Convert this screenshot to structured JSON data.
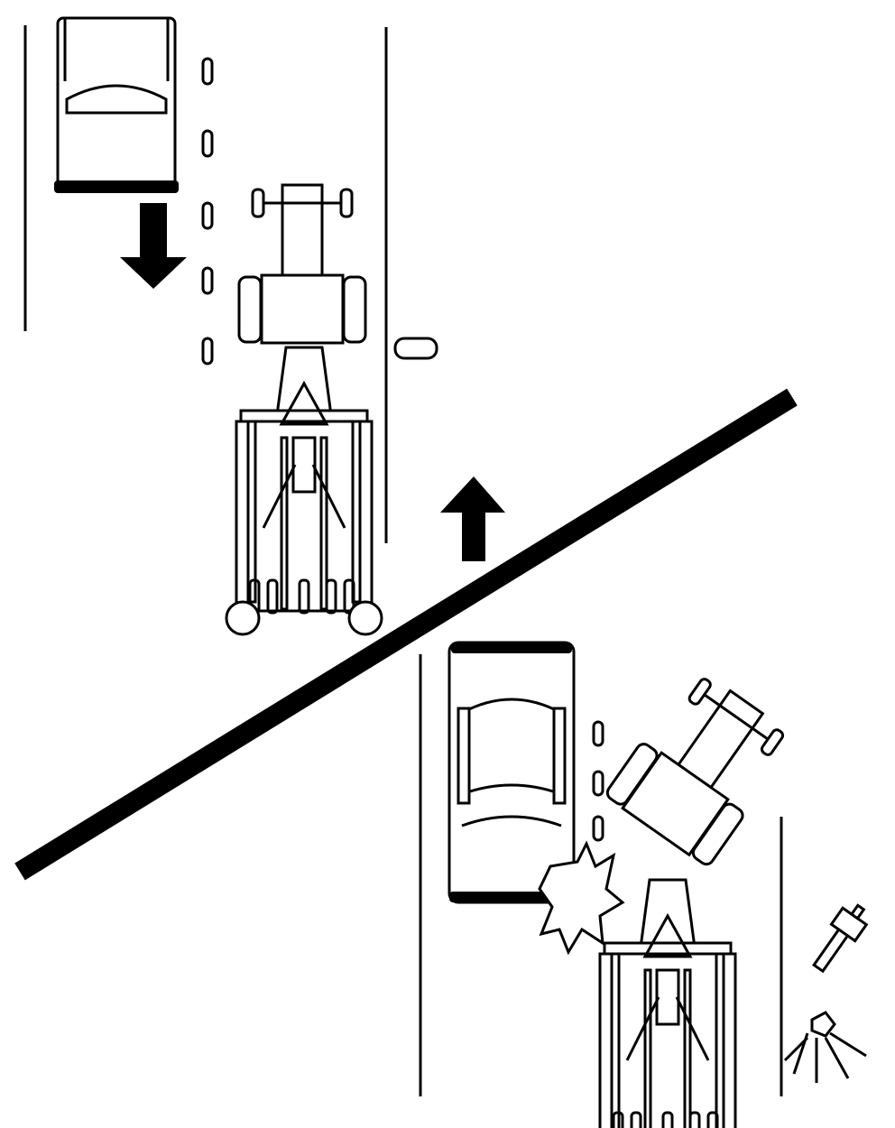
{
  "colors": {
    "ink": "#000000",
    "background": "#ffffff"
  },
  "scenes": [
    {
      "name": "before-collision",
      "vehicles": [
        "car",
        "tractor-with-implement"
      ],
      "car_direction": "down",
      "tractor_direction": "up"
    },
    {
      "name": "after-collision",
      "vehicles": [
        "car",
        "overturned-tractor"
      ],
      "impact": true
    }
  ]
}
